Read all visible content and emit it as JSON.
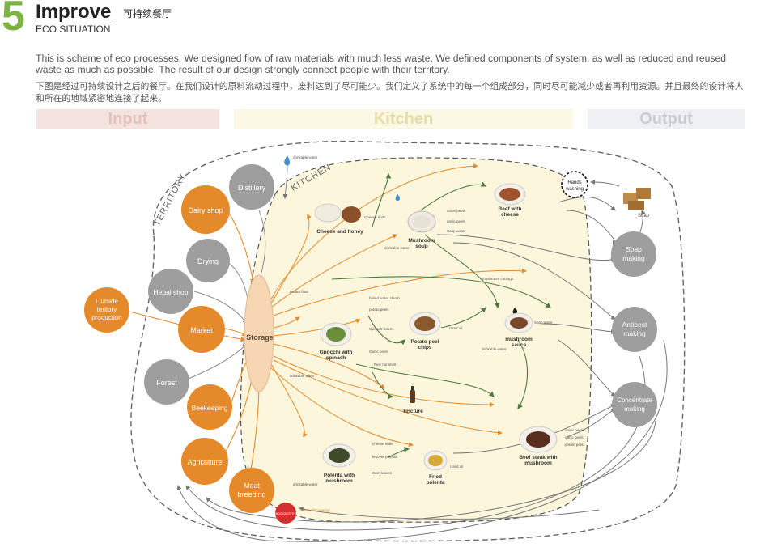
{
  "header": {
    "number": "5",
    "title": "Improve",
    "title_cn": "可持续餐厅",
    "subtitle": "ECO SITUATION"
  },
  "intro": {
    "en": "This is scheme of eco processes. We designed flow of raw materials with much less waste. We defined components of system, as well as reduced and reused waste as much as possible. The result of our design strongly connect people with their territory.",
    "cn": "下图是经过可持续设计之后的餐厅。在我们设计的原料流动过程中，废料达到了尽可能少。我们定义了系统中的每一个组成部分，同时尽可能减少或者再利用资源。并且最终的设计将人和所在的地域紧密地连接了起来。"
  },
  "sections": {
    "input": "Input",
    "kitchen": "Kitchen",
    "output": "Output"
  },
  "zones": {
    "territory": "TERRITORY",
    "kitchen": "KITCHEN"
  },
  "colors": {
    "orange": "#e48a2a",
    "grey": "#9e9e9e",
    "green": "#4f7a3c",
    "storage": "#f6d6b3",
    "kitchen_fill": "#fbf6dc",
    "red": "#d32f2f"
  },
  "sources": {
    "distillery": "Distillery",
    "dairy_line1": "Dairy shop",
    "drying": "Drying",
    "herbal": "Hebal shop",
    "outside_line1": "Outside",
    "outside_line2": "teritory",
    "outside_line3": "production",
    "market": "Market",
    "forest": "Forest",
    "beekeeping": "Beekeeping",
    "agriculture": "Agriculture",
    "meat_line1": "Meat",
    "meat_line2": "breeding",
    "biodigester": "BIODIGESTER",
    "renewable": "renewable energy"
  },
  "storage": "Storage",
  "dishes": {
    "cheese_honey": "Cheese and honey",
    "mushroom_soup_line1": "Mushroom",
    "mushroom_soup_line2": "soup",
    "beef_cheese_line1": "Beef with",
    "beef_cheese_line2": "cheese",
    "gnocchi_line1": "Gnocchi with",
    "gnocchi_line2": "spinach",
    "potato_line1": "Potato peel",
    "potato_line2": "chips",
    "mushroom_sauce_line1": "mushroom",
    "mushroom_sauce_line2": "sauce",
    "tincture": "Tincture",
    "polenta_line1": "Polenta with",
    "polenta_line2": "mushroom",
    "fried_polenta_line1": "Fried",
    "fried_polenta_line2": "polenta",
    "beef_steak_line1": "Beef steak with",
    "beef_steak_line2": "mushroom"
  },
  "outputs": {
    "hands_line1": "Hands",
    "hands_line2": "washing",
    "soap_label": "Soap",
    "soap_line1": "Soap",
    "soap_line2": "making",
    "antipest_line1": "Antipest",
    "antipest_line2": "making",
    "concentrate_line1": "Concentrate",
    "concentrate_line2": "making"
  },
  "ingredient_labels": {
    "drinkable_water": "drinkable water",
    "cheese_rinds": "Cheese rinds",
    "onion_peels": "onion peels",
    "garlic_peels": "garlic peels",
    "soap_water": "Soap water",
    "potato_flour": "Potato flour",
    "boiled_water_starch": "boiled water starch",
    "potato_peels": "potato peels",
    "spinach_leaves": "Spinach leaves",
    "garlic_peels_2": "Garlic peels",
    "pine_nut_shell": "Pine nut shell",
    "mushroom_cuttings": "mushroom cuttings",
    "used_oil": "Used oil",
    "cheese_rinds_2": "cheese rinds",
    "leftover_polenta": "leftover polenta",
    "corn_leaves": "Corn leaves",
    "onion_peels_2": "onion peels",
    "potato_peels_2": "potato peels"
  }
}
